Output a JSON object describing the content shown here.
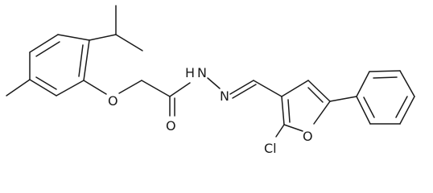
{
  "labels": {
    "ether_oxygen": "O",
    "carbonyl_oxygen": "O",
    "nh": "H",
    "nh_n": "N",
    "imine_n": "N",
    "furan_oxygen": "O",
    "chlorine": "Cl"
  }
}
